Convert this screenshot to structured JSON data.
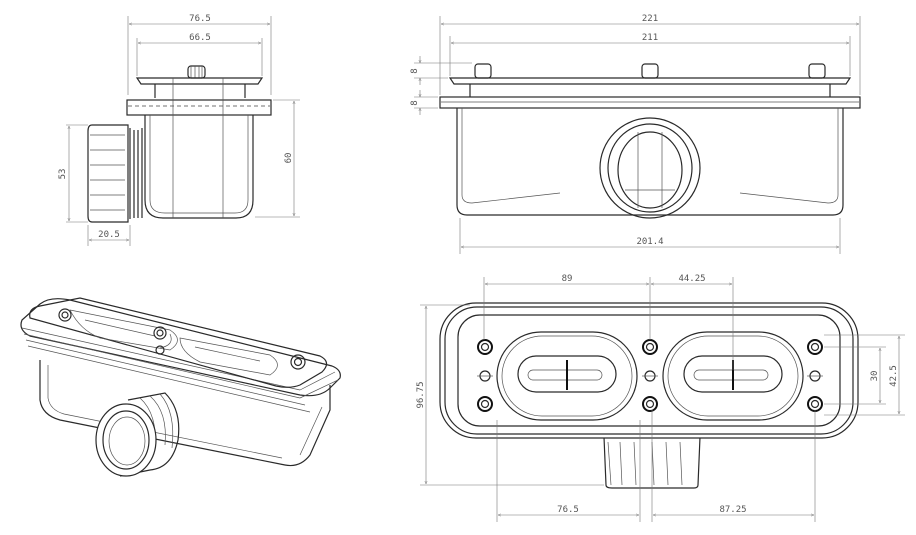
{
  "drawing": {
    "side_view": {
      "dims": {
        "top_outer": "76.5",
        "top_inner": "66.5",
        "nut_height": "53",
        "body_height": "60",
        "nut_width": "20.5"
      }
    },
    "front_view": {
      "dims": {
        "overall_width": "221",
        "plate_width": "211",
        "plate_height": "8",
        "collar_height": "8",
        "body_width": "201.4"
      }
    },
    "bottom_view": {
      "dims": {
        "hole_pitch_left": "89",
        "hole_pitch_right": "44.25",
        "overall_depth": "96.75",
        "hole_spacing_inner": "30",
        "hole_spacing_outer": "42.5",
        "oval_span_left": "76.5",
        "oval_span_right": "87.25"
      }
    },
    "isometric_view": {}
  }
}
